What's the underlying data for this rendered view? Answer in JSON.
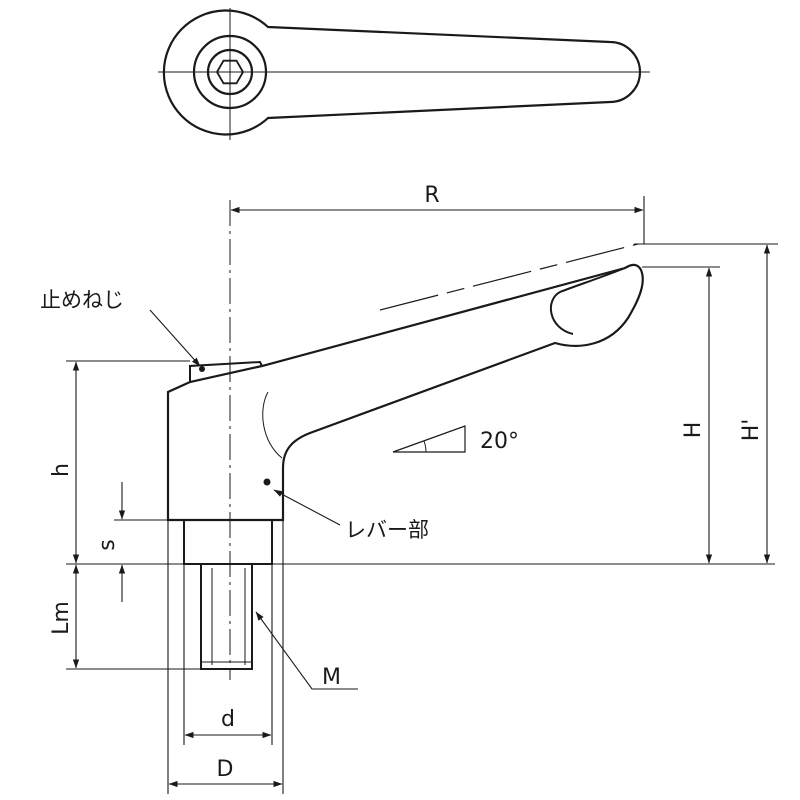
{
  "labels": {
    "R": "R",
    "set_screw": "止めねじ",
    "lever": "レバー部",
    "angle": "20°",
    "H": "H",
    "H_prime": "H'",
    "h": "h",
    "s": "s",
    "Lm": "Lm",
    "M": "M",
    "d": "d",
    "D": "D"
  },
  "colors": {
    "line": "#1a1a1a",
    "background": "#ffffff"
  }
}
